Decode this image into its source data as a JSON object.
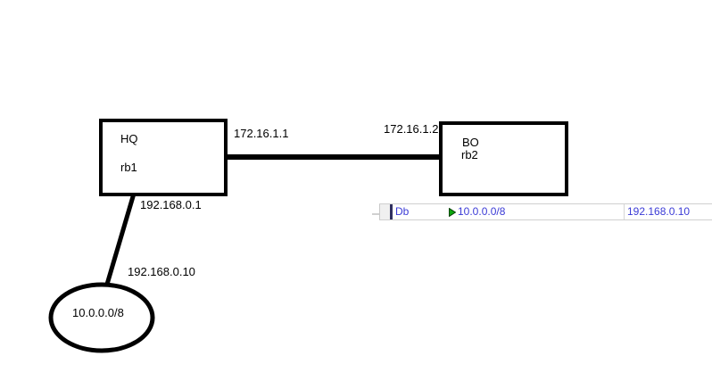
{
  "diagram": {
    "hq": {
      "name": "HQ",
      "router": "rb1",
      "wan_ip": "172.16.1.1",
      "lan_ip": "192.168.0.1"
    },
    "bo": {
      "name": "BO",
      "router": "rb2",
      "wan_ip": "172.16.1.2"
    },
    "cloud": {
      "network": "10.0.0.0/8",
      "gateway_ip": "192.168.0.10"
    }
  },
  "route_row": {
    "flags": "Db",
    "dst_address": "10.0.0.0/8",
    "gateway": "192.168.0.10",
    "status_icon": "green-play-triangle"
  },
  "colors": {
    "diagram_stroke": "#000000",
    "row_text_blue": "#3b3bd6",
    "row_border_gray": "#d0d0d0",
    "selection_bar_navy": "#2f2f5f",
    "status_green": "#0da60d"
  }
}
